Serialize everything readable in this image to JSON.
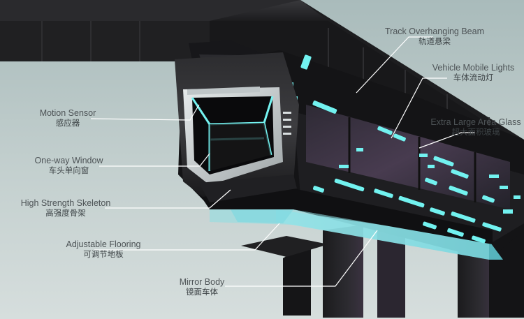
{
  "labels": {
    "beam": {
      "en": "Track Overhanging Beam",
      "zh": "轨道悬梁"
    },
    "lights": {
      "en": "Vehicle Mobile Lights",
      "zh": "车体流动灯"
    },
    "glass": {
      "en": "Extra Large Area Glass",
      "zh": "超大面积玻璃"
    },
    "sensor": {
      "en": "Motion Sensor",
      "zh": "感应器"
    },
    "window": {
      "en": "One-way Window",
      "zh": "车头单向窗"
    },
    "skeleton": {
      "en": "High Strength Skeleton",
      "zh": "高强度骨架"
    },
    "flooring": {
      "en": "Adjustable Flooring",
      "zh": "可调节地板"
    },
    "mirror": {
      "en": "Mirror Body",
      "zh": "镜面车体"
    }
  },
  "colors": {
    "background": "#b8c6c5",
    "beam": "#1f1f21",
    "body": "#161618",
    "light": "#6ff0ee",
    "glass": "#2a2830",
    "callout_line": "#ffffff"
  }
}
